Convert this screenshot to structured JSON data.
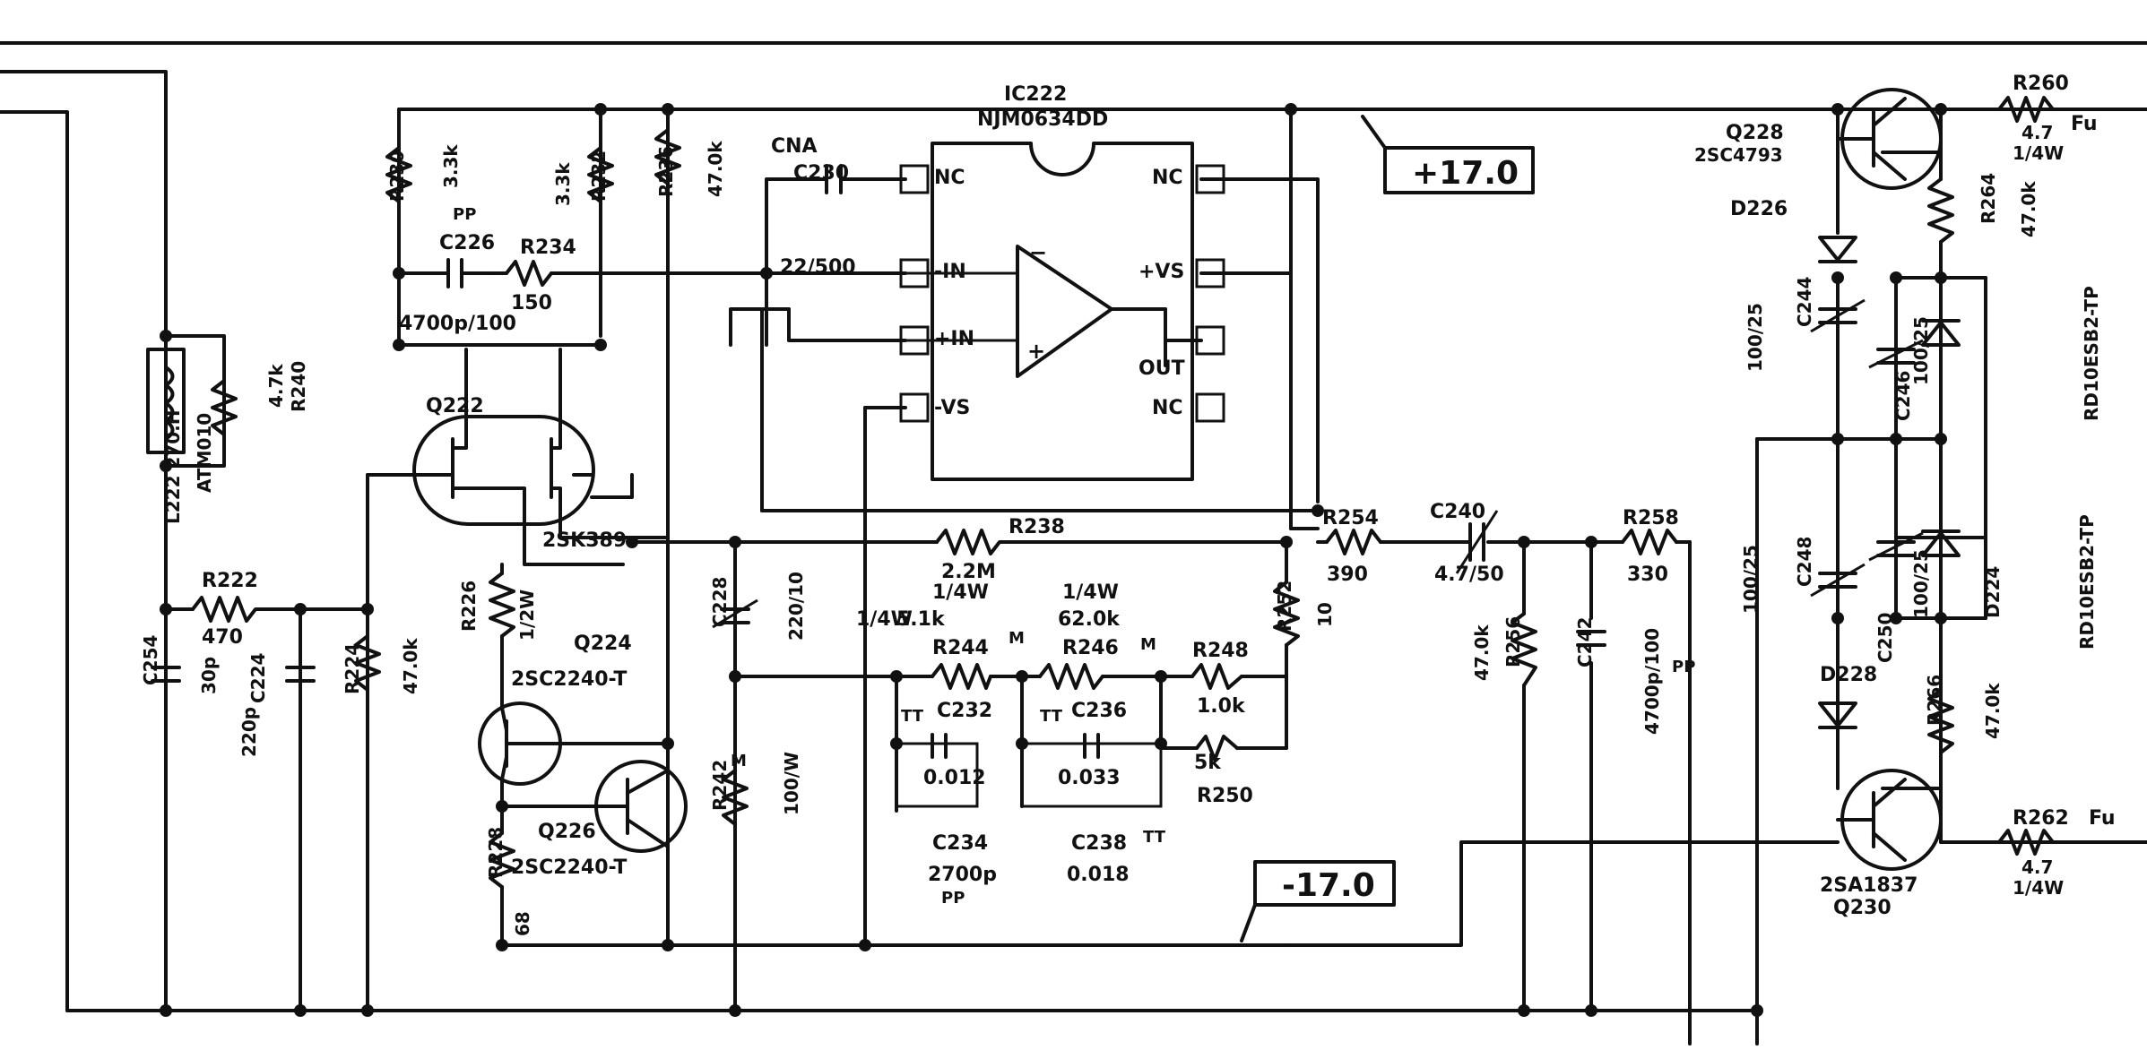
{
  "ic": {
    "ref": "IC222",
    "part": "NJM0634DD"
  },
  "opamp_pins": {
    "nc_l": "NC",
    "inn": "-IN",
    "inp": "+IN",
    "vs_n": "-VS",
    "nc_r": "NC",
    "vs_p": "+VS",
    "out": "OUT",
    "nc_r2": "NC"
  },
  "rails": {
    "pos": "+17.0",
    "neg": "-17.0"
  },
  "labels": {
    "cna": "CNA",
    "c230": "C230",
    "c230v": "22/500",
    "pp1": "PP",
    "c226": "C226",
    "r234": "R234",
    "r234v": "150",
    "c226v": "4700p/100",
    "r230": "R230",
    "r230v": "3.3k",
    "r232": "R232",
    "r232v": "3.3k",
    "r236": "R236",
    "r236v": "47.0k",
    "l222": "L222 270.H",
    "atm": "ATM010",
    "r240": "R240",
    "r240v": "4.7k",
    "q222": "Q222",
    "q222p": "2SK389",
    "r222": "R222",
    "r222v": "470",
    "c254": "C254",
    "c254v": "30p",
    "c224": "C224",
    "c224v": "220p",
    "r224": "R224",
    "r224v": "47.0k",
    "r226": "R226",
    "r226v": "1/2W",
    "q224": "Q224",
    "q224p": "2SC2240-T",
    "q226": "Q226",
    "q226p": "2SC2240-T",
    "r228": "R228",
    "r228v": "68",
    "r242": "R242",
    "r242v": "100/W",
    "m1": "M",
    "c228": "C228",
    "c228v": "220/10",
    "r238": "R238",
    "r238v": "2.2M",
    "r238w": "1/4W",
    "r244w": "1/4W",
    "r244v": "5.1k",
    "r244": "R244",
    "r246w": "1/4W",
    "r246v": "62.0k",
    "r246": "R246",
    "m2": "M",
    "m3": "M",
    "r248": "R248",
    "r248v": "1.0k",
    "r250": "R250",
    "r250v": "5k",
    "c232": "C232",
    "c232v": "0.012",
    "c236": "C236",
    "c236v": "0.033",
    "c234": "C234",
    "c234v": "2700p",
    "pp2": "PP",
    "c238": "C238",
    "c238v": "0.018",
    "tt1": "TT",
    "tt2": "TT",
    "tt3": "TT",
    "r252": "R252",
    "r252v": "10",
    "r254": "R254",
    "r254v": "390",
    "c240": "C240",
    "c240v": "4.7/50",
    "r256": "R256",
    "r256v": "47.0k",
    "c242": "C242",
    "c242v": "4700p/100",
    "pp3": "PP",
    "r258": "R258",
    "r258v": "330",
    "c25v": "100/25",
    "q228": "Q228",
    "q228p": "2SC4793",
    "d226": "D226",
    "c244": "C244",
    "c244v": "100/25",
    "r264": "R264",
    "r264v": "47.0k",
    "c246": "C246",
    "c246v": "100/25",
    "d222": "RD10ESB2-TP",
    "d224": "D224",
    "d224p": "RD10ESB2-TP",
    "c248": "C248",
    "c248v": "100/25",
    "c250": "C250",
    "d228": "D228",
    "r266": "R266",
    "r266v": "47.0k",
    "q230p": "2SA1837",
    "q230": "Q230",
    "r260": "R260",
    "r260v": "4.7",
    "r260w": "1/4W",
    "fu1": "Fu",
    "r262": "R262",
    "r262v": "4.7",
    "r262w": "1/4W",
    "fu2": "Fu"
  }
}
